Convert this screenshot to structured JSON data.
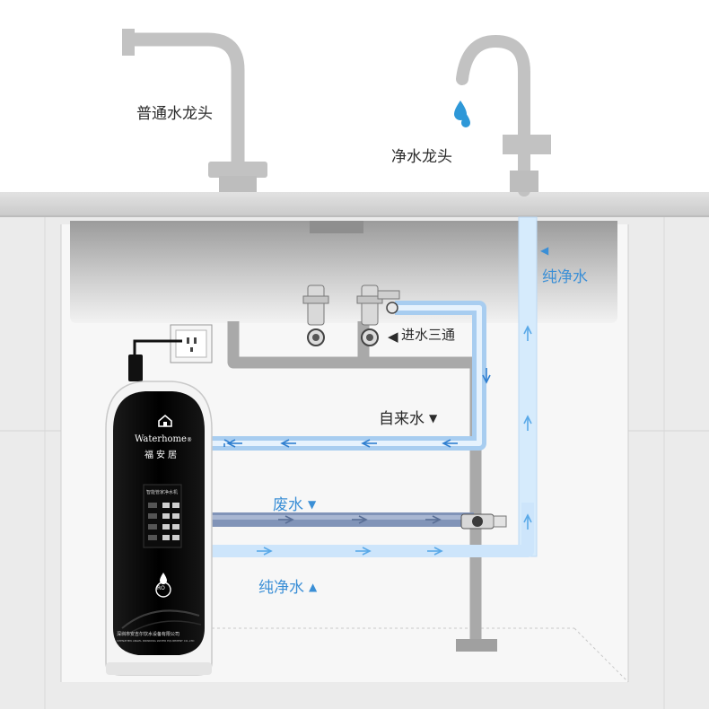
{
  "labels": {
    "ordinary_faucet": "普通水龙头",
    "purified_faucet": "净水龙头",
    "pure_water_top": "纯净水",
    "inlet_tee": "进水三通",
    "tap_water": "自来水",
    "waste_water": "废水",
    "pure_water_bottom": "纯净水"
  },
  "markers": {
    "left_triangle": "◀",
    "down_triangle": "▼",
    "up_triangle": "▲"
  },
  "device": {
    "brand": "Waterhome",
    "registered": "®",
    "chinese_brand": "福安居",
    "panel_title": "智能管家净水机",
    "company_line1": "深圳市安吉尔饮水设备有限公司",
    "company_line2": "SHENZHEN ANGEL DRINKING WATER EQUIPMENT CO.,LTD",
    "logo_text": "RO"
  },
  "colors": {
    "tap_water_pipe": "#9cc6ee",
    "pure_water_pipe": "#cfe6fb",
    "waste_water_pipe": "#8193b6",
    "drain_pipe": "#a9a9a9",
    "label_blue": "#3b8fd6"
  },
  "icons": [
    "power-outlet-icon",
    "water-drop-icon",
    "brand-logo-icon"
  ]
}
